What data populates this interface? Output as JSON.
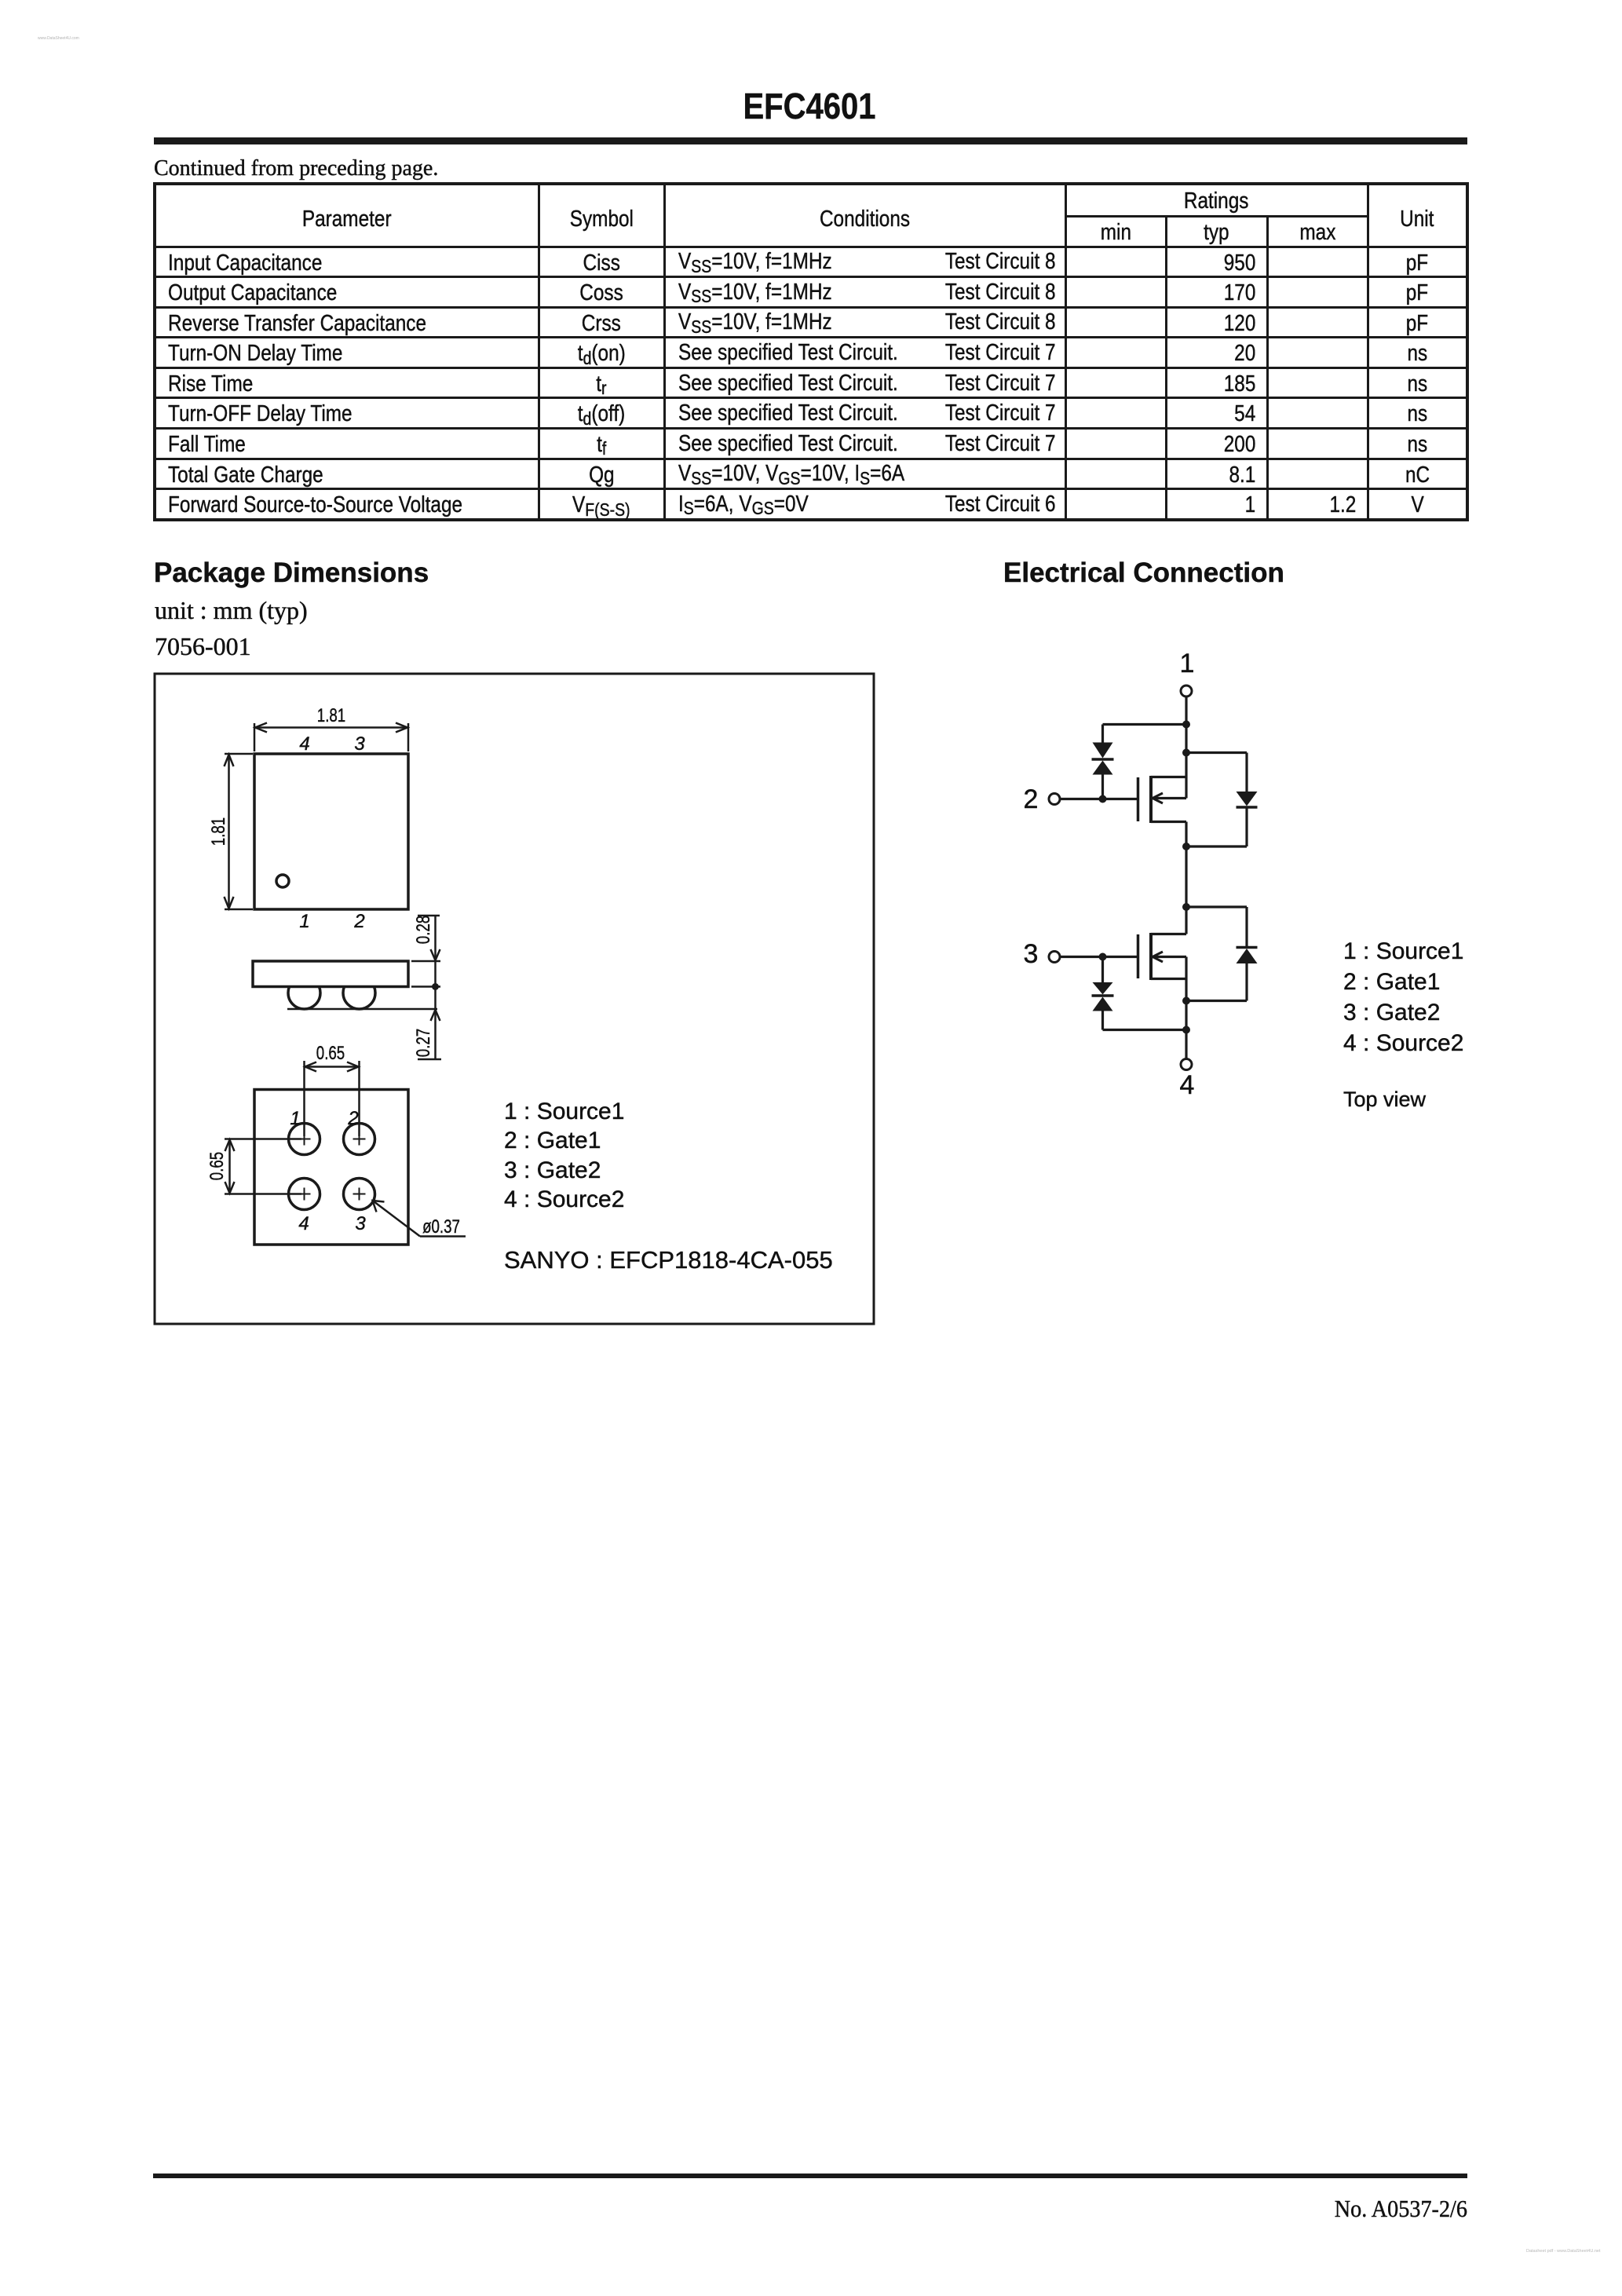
{
  "watermarks": {
    "top_left": "www.DataSheet4U.com",
    "bottom_right": "Datasheet pdf - www.DataSheet4U.net"
  },
  "header": {
    "title": "EFC4601",
    "continued_note": "Continued from preceding page."
  },
  "table": {
    "headers": {
      "parameter": "Parameter",
      "symbol": "Symbol",
      "conditions": "Conditions",
      "ratings": "Ratings",
      "min": "min",
      "typ": "typ",
      "max": "max",
      "unit": "Unit"
    },
    "rows": [
      {
        "parameter": "Input Capacitance",
        "symbol": [
          {
            "t": "Ciss"
          }
        ],
        "condition": [
          {
            "t": "V"
          },
          {
            "s": "SS"
          },
          {
            "t": "=10V, f=1MHz"
          }
        ],
        "test_circuit": "Test Circuit 8",
        "min": "",
        "typ": "950",
        "max": "",
        "unit": "pF"
      },
      {
        "parameter": "Output Capacitance",
        "symbol": [
          {
            "t": "Coss"
          }
        ],
        "condition": [
          {
            "t": "V"
          },
          {
            "s": "SS"
          },
          {
            "t": "=10V, f=1MHz"
          }
        ],
        "test_circuit": "Test Circuit 8",
        "min": "",
        "typ": "170",
        "max": "",
        "unit": "pF"
      },
      {
        "parameter": "Reverse Transfer Capacitance",
        "symbol": [
          {
            "t": "Crss"
          }
        ],
        "condition": [
          {
            "t": "V"
          },
          {
            "s": "SS"
          },
          {
            "t": "=10V, f=1MHz"
          }
        ],
        "test_circuit": "Test Circuit 8",
        "min": "",
        "typ": "120",
        "max": "",
        "unit": "pF"
      },
      {
        "parameter": "Turn-ON Delay Time",
        "symbol": [
          {
            "t": "t"
          },
          {
            "s": "d"
          },
          {
            "t": "(on)"
          }
        ],
        "condition": [
          {
            "t": "See specified Test Circuit."
          }
        ],
        "test_circuit": "Test Circuit 7",
        "min": "",
        "typ": "20",
        "max": "",
        "unit": "ns"
      },
      {
        "parameter": "Rise Time",
        "symbol": [
          {
            "t": "t"
          },
          {
            "s": "r"
          }
        ],
        "condition": [
          {
            "t": "See specified Test Circuit."
          }
        ],
        "test_circuit": "Test Circuit 7",
        "min": "",
        "typ": "185",
        "max": "",
        "unit": "ns"
      },
      {
        "parameter": "Turn-OFF Delay Time",
        "symbol": [
          {
            "t": "t"
          },
          {
            "s": "d"
          },
          {
            "t": "(off)"
          }
        ],
        "condition": [
          {
            "t": "See specified Test Circuit."
          }
        ],
        "test_circuit": "Test Circuit 7",
        "min": "",
        "typ": "54",
        "max": "",
        "unit": "ns"
      },
      {
        "parameter": "Fall Time",
        "symbol": [
          {
            "t": "t"
          },
          {
            "s": "f"
          }
        ],
        "condition": [
          {
            "t": "See specified Test Circuit."
          }
        ],
        "test_circuit": "Test Circuit 7",
        "min": "",
        "typ": "200",
        "max": "",
        "unit": "ns"
      },
      {
        "parameter": "Total Gate Charge",
        "symbol": [
          {
            "t": "Qg"
          }
        ],
        "condition": [
          {
            "t": "V"
          },
          {
            "s": "SS"
          },
          {
            "t": "=10V, V"
          },
          {
            "s": "GS"
          },
          {
            "t": "=10V, I"
          },
          {
            "s": "S"
          },
          {
            "t": "=6A"
          }
        ],
        "test_circuit": "",
        "min": "",
        "typ": "8.1",
        "max": "",
        "unit": "nC"
      },
      {
        "parameter": "Forward Source-to-Source Voltage",
        "symbol": [
          {
            "t": "V"
          },
          {
            "s": "F(S-S)"
          }
        ],
        "condition": [
          {
            "t": "I"
          },
          {
            "s": "S"
          },
          {
            "t": "=6A, V"
          },
          {
            "s": "GS"
          },
          {
            "t": "=0V"
          }
        ],
        "test_circuit": "Test Circuit 6",
        "min": "",
        "typ": "1",
        "max": "1.2",
        "unit": "V"
      }
    ]
  },
  "package_dimensions": {
    "heading": "Package Dimensions",
    "unit_note": "unit : mm (typ)",
    "code": "7056-001",
    "labels": {
      "body_width": "1.81",
      "body_height": "1.81",
      "body_thickness": "0.28",
      "ball_height": "0.27",
      "pad_pitch_x": "0.65",
      "pad_pitch_y": "0.65",
      "pad_diameter": "ø0.37"
    },
    "top_view_pins": {
      "top_left": "4",
      "top_right": "3",
      "bottom_left": "1",
      "bottom_right": "2"
    },
    "bottom_view_pins": {
      "top_left": "1",
      "top_right": "2",
      "bottom_left": "4",
      "bottom_right": "3"
    },
    "pin_list": [
      "1 : Source1",
      "2 : Gate1",
      "3 : Gate2",
      "4 : Source2"
    ],
    "sanyo_code": "SANYO : EFCP1818-4CA-055"
  },
  "electrical_connection": {
    "heading": "Electrical Connection",
    "terminals": {
      "t1": "1",
      "t2": "2",
      "t3": "3",
      "t4": "4"
    },
    "pin_list": [
      "1 : Source1",
      "2 : Gate1",
      "3 : Gate2",
      "4 : Source2"
    ],
    "view_note": "Top view"
  },
  "footer": {
    "page_number": "No. A0537-2/6"
  }
}
